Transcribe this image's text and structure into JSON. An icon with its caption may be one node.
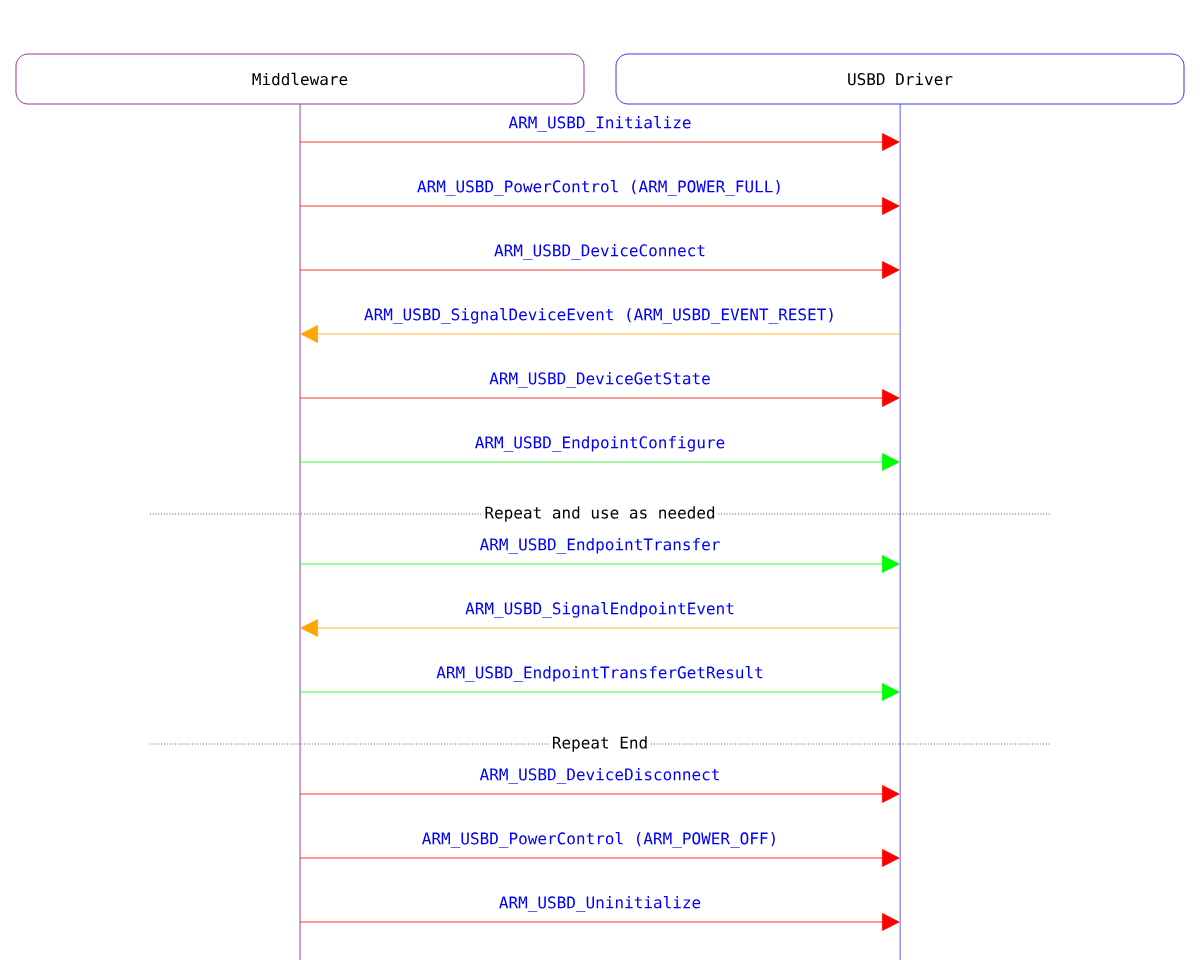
{
  "diagram": {
    "nodes": [
      {
        "text": [
          "Middleware"
        ]
      },
      {
        "text": [
          "USBD Driver"
        ]
      }
    ],
    "edges": [
      {
        "from": 0,
        "to": 1,
        "arrow": "to",
        "label": "ARM_USBD_Initialize"
      },
      {
        "from": 0,
        "to": 1,
        "arrow": "to",
        "label": "ARM_USBD_PowerControl (ARM_POWER_FULL)"
      },
      {
        "from": 0,
        "to": 1,
        "arrow": "to",
        "label": "ARM_USBD_DeviceConnect"
      },
      {
        "from": 1,
        "to": 0,
        "arrow": "to",
        "label": "ARM_USBD_SignalDeviceEvent (ARM_USBD_EVENT_RESET)",
        "color": "#ffa500"
      },
      {
        "from": 0,
        "to": 1,
        "arrow": "to",
        "label": "ARM_USBD_DeviceGetState"
      },
      {
        "from": 0,
        "to": 1,
        "arrow": "to",
        "label": "ARM_USBD_EndpointConfigure",
        "color": "#00ff00"
      },
      {
        "from": 0,
        "to": 1,
        "arrow": "to",
        "label": "ARM_USBD_EndpointTransfer",
        "color": "#00ff00"
      },
      {
        "from": 1,
        "to": 0,
        "arrow": "to",
        "label": "ARM_USBD_SignalEndpointEvent",
        "color": "#ffa500"
      },
      {
        "from": 0,
        "to": 1,
        "arrow": "to",
        "label": "ARM_USBD_EndpointTransferGetResult",
        "color": "#00ff00"
      },
      {
        "from": 0,
        "to": 1,
        "arrow": "to",
        "label": "ARM_USBD_DeviceDisconnect"
      },
      {
        "from": 0,
        "to": 1,
        "arrow": "to",
        "label": "ARM_USBD_PowerControl (ARM_POWER_OFF)"
      },
      {
        "from": 0,
        "to": 1,
        "arrow": "to",
        "label": "ARM_USBD_Uninitialize"
      }
    ],
    "labels": [
      "Repeat and use as needed",
      "Repeat End"
    ]
  }
}
